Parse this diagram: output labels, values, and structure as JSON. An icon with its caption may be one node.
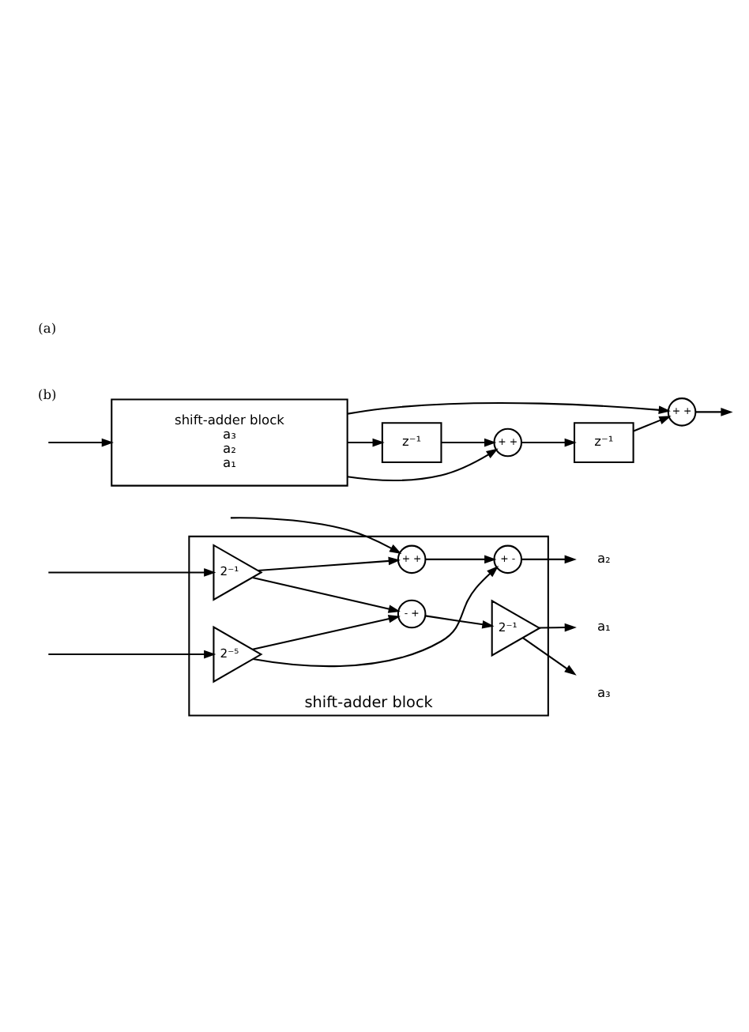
{
  "diagram": {
    "nodes": [
      {
        "text": [
          "shift-adder block"
        ]
      },
      {
        "text": [
          "+ +"
        ],
        "in": 0
      },
      {
        "text": [
          "+ -"
        ],
        "in": 0
      },
      {
        "text": [
          "2⁻¹"
        ],
        "in": 0
      },
      {
        "text": [
          "- +"
        ],
        "in": 0
      },
      {
        "text": [
          "2⁻⁵"
        ],
        "in": 0
      },
      {
        "text": [
          "2⁻¹"
        ],
        "in": 0
      },
      {
        "text": [
          "a₂"
        ]
      },
      {
        "text": [
          "a₃"
        ]
      },
      {
        "text": [
          "a₁"
        ]
      },
      {
        "text": [
          "shift-adder block",
          "a₃",
          "a₂",
          "a₁"
        ]
      },
      {
        "text": [
          "z⁻¹"
        ]
      },
      {
        "text": [
          "+ +"
        ]
      },
      {
        "text": [
          "z⁻¹"
        ]
      },
      {
        "text": [
          "+ +"
        ]
      }
    ],
    "edges": [
      {
        "from": null,
        "to": 1,
        "arrow": "to"
      },
      {
        "from": null,
        "to": 3,
        "arrow": "to"
      },
      {
        "from": null,
        "to": 5,
        "arrow": "to"
      },
      {
        "from": 3,
        "to": 1,
        "arrow": "to"
      },
      {
        "from": 3,
        "to": 4,
        "arrow": "to"
      },
      {
        "from": 5,
        "to": 4,
        "arrow": "to"
      },
      {
        "from": 5,
        "to": 2,
        "arrow": "to"
      },
      {
        "from": 1,
        "to": 2,
        "arrow": "to"
      },
      {
        "from": 2,
        "to": 7,
        "arrow": "to"
      },
      {
        "from": 4,
        "to": 6,
        "arrow": "to"
      },
      {
        "from": 6,
        "to": 8,
        "arrow": "to"
      },
      {
        "from": 6,
        "to": 9,
        "arrow": "to"
      },
      {
        "from": null,
        "to": 10,
        "arrow": "to"
      },
      {
        "from": 10,
        "to": 11,
        "arrow": "to"
      },
      {
        "from": 10,
        "to": 12,
        "arrow": "to"
      },
      {
        "from": 10,
        "to": 14,
        "arrow": "to"
      },
      {
        "from": 11,
        "to": 12,
        "arrow": "to"
      },
      {
        "from": 12,
        "to": 13,
        "arrow": "to"
      },
      {
        "from": 13,
        "to": 14,
        "arrow": "to"
      },
      {
        "from": 14,
        "to": null,
        "arrow": "to"
      }
    ],
    "labels": [
      "(a)",
      "(b)"
    ]
  }
}
